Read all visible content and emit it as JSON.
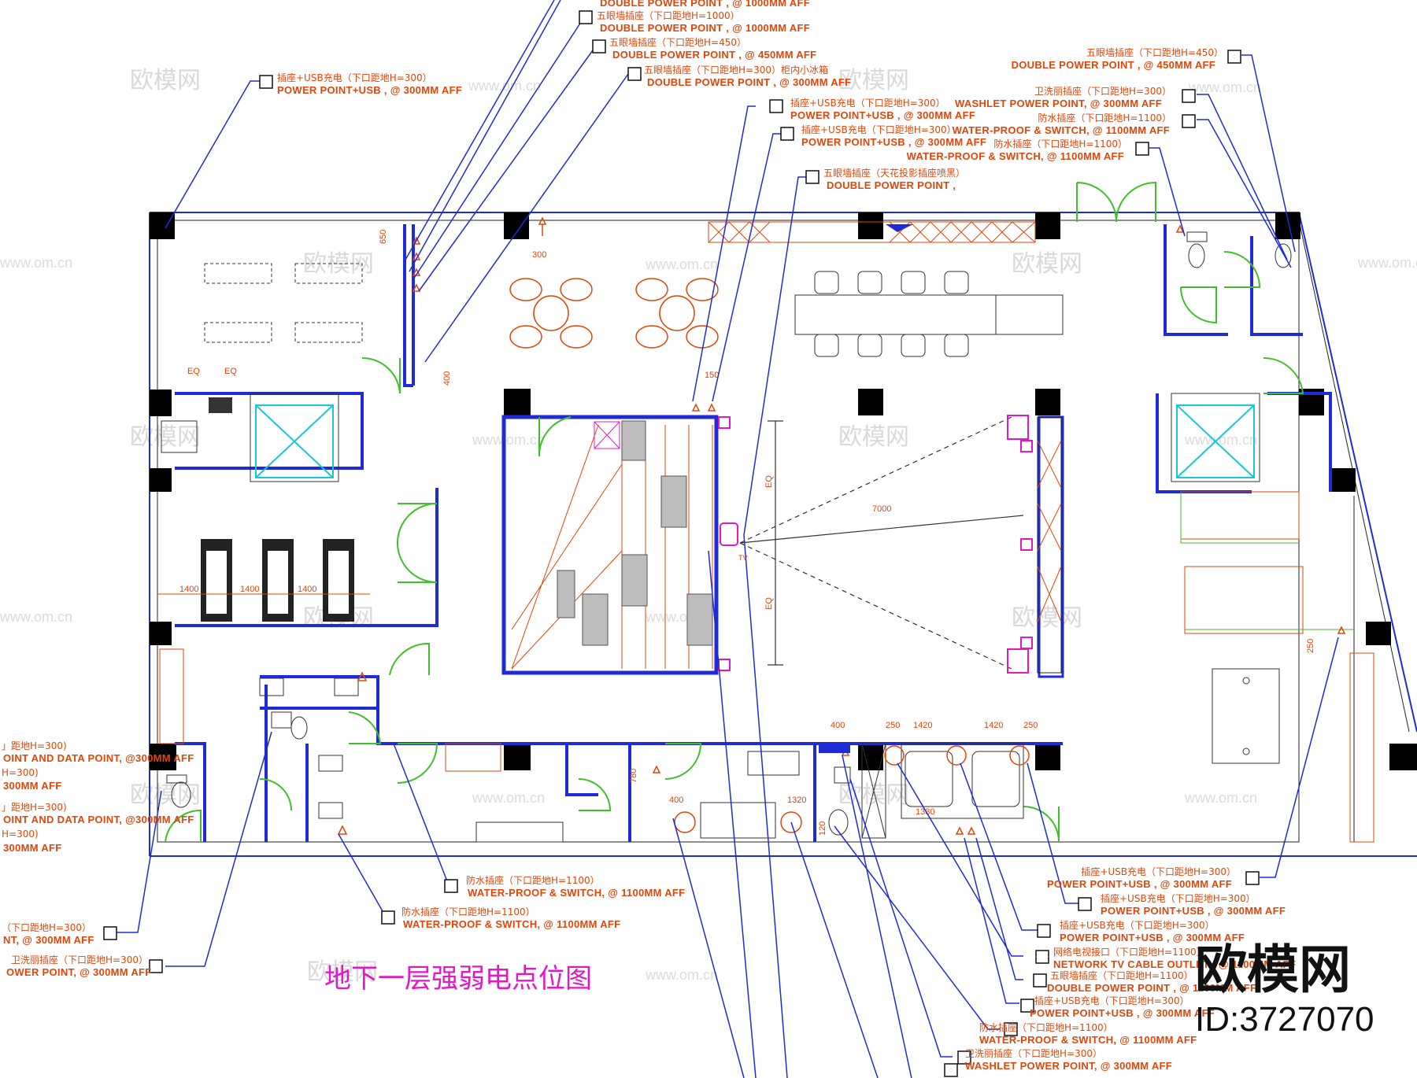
{
  "title": "地下一层强弱电点位图",
  "brand": {
    "name": "欧模网",
    "id": "ID:3727070"
  },
  "watermarks": [
    "欧模网",
    "www.om.cn"
  ],
  "colors": {
    "wall": "#1f2bd6",
    "leader": "#1f2bd6",
    "text": "#e0460a",
    "furniture": "#e0460a",
    "accent_magenta": "#e018c8",
    "door": "#3fbf2a",
    "cyan": "#19c7d8"
  },
  "callouts": {
    "c0": {
      "cn": "五眼墙插座（下口距地H=1000）",
      "en": "DOUBLE  POWER POINT , @ 1000MM AFF"
    },
    "c1": {
      "cn": "五眼墙插座（下口距地H=450）",
      "en": "DOUBLE  POWER POINT , @ 450MM AFF"
    },
    "c2": {
      "cn": "五眼墙插座（下口距地H=300）柜内小冰箱",
      "en": "DOUBLE  POWER POINT , @ 300MM AFF"
    },
    "c3": {
      "cn": "插座+USB充电（下口距地H=300）",
      "en": "POWER POINT+USB , @ 300MM AFF"
    },
    "c4": {
      "cn": "插座+USB充电（下口距地H=300）",
      "en": "POWER POINT+USB , @ 300MM AFF"
    },
    "c5": {
      "cn": "插座+USB充电（下口距地H=300）",
      "en": "POWER POINT+USB , @ 300MM AFF"
    },
    "c6": {
      "cn": "五眼墙插座（天花投影插座喷黑）",
      "en": "DOUBLE  POWER POINT ,"
    },
    "c7": {
      "cn": "五眼墙插座（下口距地H=450）",
      "en": "DOUBLE  POWER POINT , @ 450MM AFF"
    },
    "c8": {
      "cn": "卫洗丽插座（下口距地H=300）",
      "en": "WASHLET POWER POINT, @ 300MM AFF"
    },
    "c9": {
      "cn": "防水插座（下口距地H=1100）",
      "en": "WATER-PROOF  & SWITCH, @ 1100MM AFF"
    },
    "c10": {
      "cn": "防水插座（下口距地H=1100）",
      "en": "WATER-PROOF  & SWITCH, @ 1100MM AFF"
    },
    "c11": {
      "cn": "插座+USB充电（下口距地H=300）",
      "en": "POWER POINT+USB , @ 300MM AFF"
    },
    "c12": {
      "cn": "插座+USB充电（下口距地H=300）",
      "en": "POWER POINT+USB , @ 300MM AFF"
    },
    "c13": {
      "cn": "插座+USB充电（下口距地H=300）",
      "en": "POWER POINT+USB , @ 300MM AFF"
    },
    "c14": {
      "cn": "网络电视接口（下口距地H=1100）",
      "en": "NETWORK TV  CABLE  OUTLET , @ 1100MM AFF"
    },
    "c15": {
      "cn": "五眼墙插座（下口距地H=1100）",
      "en": "DOUBLE  POWER POINT , @ 1100MM AFF"
    },
    "c16": {
      "cn": "插座+USB充电（下口距地H=300）",
      "en": "POWER POINT+USB , @ 300MM AFF"
    },
    "c17": {
      "cn": "防水插座（下口距地H=1100）",
      "en": "WATER-PROOF  & SWITCH, @ 1100MM AFF"
    },
    "c18": {
      "cn": "卫洗丽插座（下口距地H=300）",
      "en": "WASHLET POWER POINT, @ 300MM AFF"
    },
    "c19": {
      "cn": "防水插座（下口距地H=1100）",
      "en": "WATER-PROOF  & SWITCH, @ 1100MM AFF"
    },
    "c20": {
      "cn": "防水插座（下口距地H=1100）",
      "en": "WATER-PROOF  & SWITCH, @ 1100MM AFF"
    }
  },
  "left_clipped": {
    "l1": "」距地H=300)",
    "l2": "OINT AND DATA POINT, @300MM AFF",
    "l3": "H=300)",
    "l4": "300MM  AFF",
    "l5": "」距地H=300)",
    "l6": "OINT AND DATA POINT, @300MM AFF",
    "l7": "H=300)",
    "l8": "300MM  AFF",
    "l9": "（下口距地H=300）",
    "l10": "NT, @ 300MM AFF",
    "l11": "卫洗丽插座（下口距地H=300）",
    "l12": "OWER POINT, @ 300MM AFF"
  },
  "dimensions": {
    "d_eq1": "EQ",
    "d_eq2": "EQ",
    "d_650": "650",
    "d_300": "300",
    "d_400": "400",
    "d_150": "150",
    "d_1400a": "1400",
    "d_1400b": "1400",
    "d_1400c": "1400",
    "d_7000": "7000",
    "d_eqv1": "EQ",
    "d_eqv2": "EQ",
    "d_250a": "250",
    "d_1420a": "1420",
    "d_1420b": "1420",
    "d_250b": "250",
    "d_400b": "400",
    "d_1320": "1320",
    "d_120": "120",
    "d_780": "780",
    "d_1330": "1330",
    "d_250c": "250",
    "d_400c": "400"
  }
}
